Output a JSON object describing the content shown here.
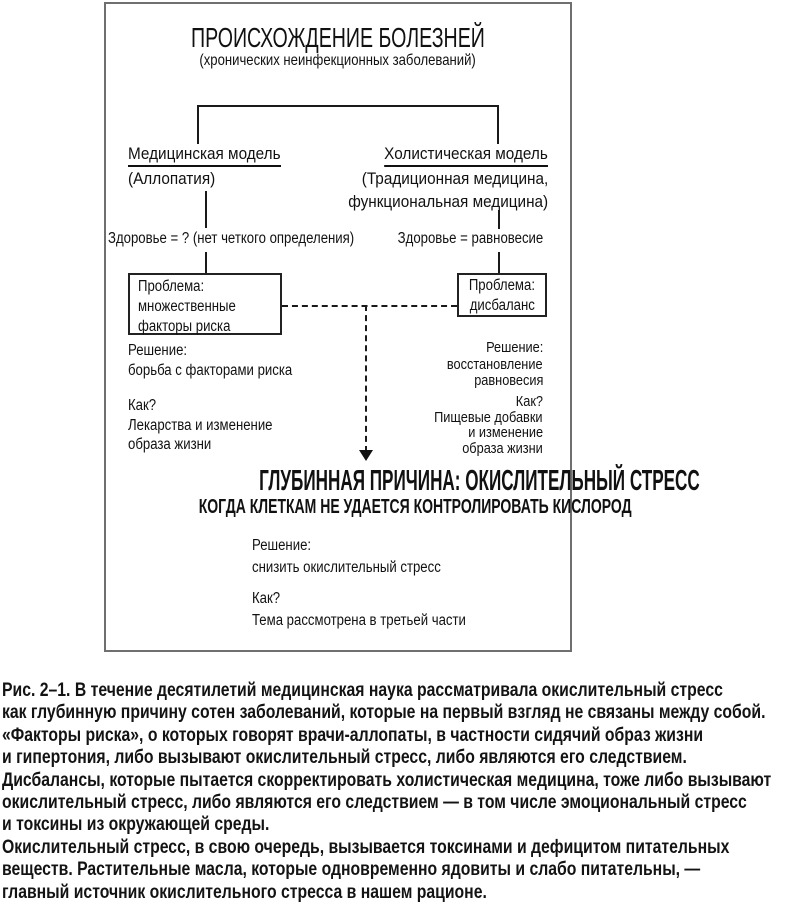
{
  "figure": {
    "title": "ПРОИСХОЖДЕНИЕ БОЛЕЗНЕЙ",
    "subtitle": "(хронических неинфекционных заболеваний)",
    "medical": {
      "heading": "Медицинская модель",
      "subheading": "(Аллопатия)",
      "health_definition": "Здоровье = ? (нет четкого определения)",
      "problem": [
        "Проблема:",
        "множественные",
        "факторы риска"
      ],
      "solution": [
        "Решение:",
        "борьба с факторами риска"
      ],
      "how": [
        "Как?",
        "Лекарства и изменение",
        "образа жизни"
      ]
    },
    "holistic": {
      "heading": "Холистическая модель",
      "subheading": [
        "(Традиционная медицина,",
        "функциональная медицина)"
      ],
      "health_definition": "Здоровье = равновесие",
      "problem": [
        "Проблема:",
        "дисбаланс"
      ],
      "solution": [
        "Решение:",
        "восстановление",
        "равновесия"
      ],
      "how": [
        "Как?",
        "Пищевые добавки",
        "и изменение",
        "образа жизни"
      ]
    },
    "root_cause": {
      "heading": "ГЛУБИННАЯ ПРИЧИНА: ОКИСЛИТЕЛЬНЫЙ СТРЕСС",
      "subheading": "КОГДА КЛЕТКАМ НЕ УДАЕТСЯ КОНТРОЛИРОВАТЬ КИСЛОРОД",
      "solution": [
        "Решение:",
        "снизить окислительный стресс"
      ],
      "how": [
        "Как?",
        "Тема рассмотрена в третьей части"
      ]
    }
  },
  "caption": {
    "lines": [
      "Рис. 2–1. В течение десятилетий медицинская наука рассматривала окислительный стресс",
      "как глубинную причину сотен заболеваний, которые на первый взгляд не связаны между собой.",
      "«Факторы риска», о которых говорят врачи-аллопаты, в частности сидячий образ жизни",
      "и гипертония, либо вызывают окислительный стресс, либо являются его следствием.",
      "Дисбалансы, которые пытается скорректировать холистическая медицина, тоже либо вызывают",
      "окислительный стресс, либо являются его следствием — в том числе эмоциональный стресс",
      "и токсины из окружающей среды.",
      "Окислительный стресс, в свою очередь, вызывается токсинами и дефицитом питательных",
      " веществ. Растительные масла, которые одновременно ядовиты и слабо питательны, —",
      "главный источник окислительного стресса в нашем рационе."
    ]
  },
  "colors": {
    "text": "#111111",
    "line": "#1a1a1a",
    "outer_border": "#6f6f6f",
    "background": "#ffffff"
  }
}
